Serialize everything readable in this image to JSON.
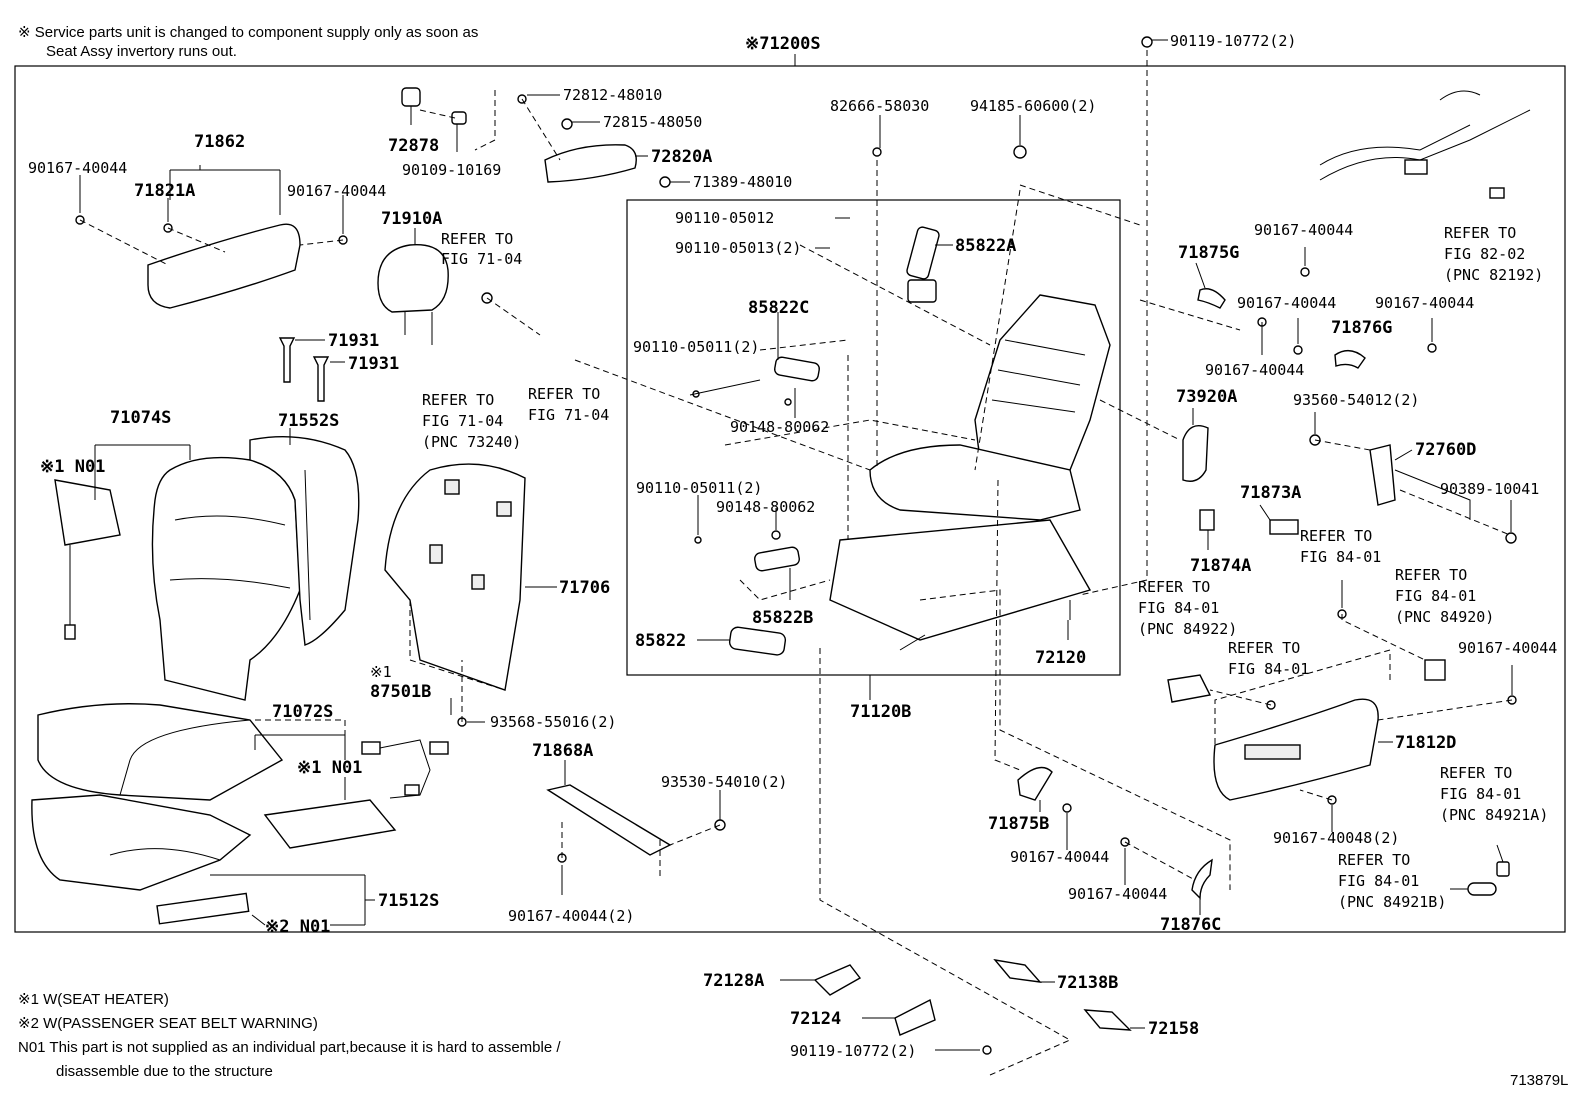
{
  "notes_top": {
    "line1": "※ Service parts unit is changed to component supply only as soon as",
    "line2": "Seat Assy invertory runs out."
  },
  "assembly_label": "※71200S",
  "inner_assembly_label": "71120B",
  "parts": {
    "p_90119_10772_top": "90119-10772(2)",
    "p_72812_48010": "72812-48010",
    "p_72815_48050": "72815-48050",
    "p_72878": "72878",
    "p_90109_10169": "90109-10169",
    "p_72820A": "72820A",
    "p_71389_48010": "71389-48010",
    "p_82666_58030": "82666-58030",
    "p_94185_60600": "94185-60600(2)",
    "p_71862": "71862",
    "p_90167_40044_a": "90167-40044",
    "p_71821A": "71821A",
    "p_90167_40044_b": "90167-40044",
    "p_71910A": "71910A",
    "p_refer_7104_a1": "REFER TO",
    "p_refer_7104_a2": "FIG 71-04",
    "p_71931_a": "71931",
    "p_71931_b": "71931",
    "p_refer_7104_b1": "REFER TO",
    "p_refer_7104_b2": "FIG 71-04",
    "p_refer_7104_b3": "(PNC 73240)",
    "p_refer_7104_c1": "REFER TO",
    "p_refer_7104_c2": "FIG 71-04",
    "p_90110_05012": "90110-05012",
    "p_90110_05013": "90110-05013(2)",
    "p_85822A": "85822A",
    "p_85822C": "85822C",
    "p_90110_05011_a": "90110-05011(2)",
    "p_90148_80062_a": "90148-80062",
    "p_90110_05011_b": "90110-05011(2)",
    "p_90148_80062_b": "90148-80062",
    "p_85822B": "85822B",
    "p_85822": "85822",
    "p_72120": "72120",
    "p_71074S": "71074S",
    "p_71552S": "71552S",
    "p_N01_a": "※1 N01",
    "p_71706": "71706",
    "p_71072S": "71072S",
    "p_87501B_note": "※1",
    "p_87501B": "87501B",
    "p_93568_55016": "93568-55016(2)",
    "p_N01_b": "※1 N01",
    "p_71868A": "71868A",
    "p_93530_54010": "93530-54010(2)",
    "p_90167_40044_c": "90167-40044(2)",
    "p_71512S": "71512S",
    "p_N01_c": "※2 N01",
    "p_refer_8202_1": "REFER TO",
    "p_refer_8202_2": "FIG 82-02",
    "p_refer_8202_3": "(PNC 82192)",
    "p_71875G": "71875G",
    "p_90167_40044_d": "90167-40044",
    "p_90167_40044_e": "90167-40044",
    "p_90167_40044_f": "90167-40044",
    "p_71876G": "71876G",
    "p_90167_40044_g": "90167-40044",
    "p_73920A": "73920A",
    "p_93560_54012": "93560-54012(2)",
    "p_72760D": "72760D",
    "p_71873A": "71873A",
    "p_90389_10041": "90389-10041",
    "p_71874A": "71874A",
    "p_refer_8401_a1": "REFER TO",
    "p_refer_8401_a2": "FIG 84-01",
    "p_refer_8401_b1": "REFER TO",
    "p_refer_8401_b2": "FIG 84-01",
    "p_refer_8401_b3": "(PNC 84922)",
    "p_refer_8401_c1": "REFER TO",
    "p_refer_8401_c2": "FIG 84-01",
    "p_refer_8401_c3": "(PNC 84920)",
    "p_refer_8401_d1": "REFER TO",
    "p_refer_8401_d2": "FIG 84-01",
    "p_90167_40044_h": "90167-40044",
    "p_71812D": "71812D",
    "p_90167_40048": "90167-40048(2)",
    "p_refer_8401_e1": "REFER TO",
    "p_refer_8401_e2": "FIG 84-01",
    "p_refer_8401_e3": "(PNC 84921A)",
    "p_refer_8401_f1": "REFER TO",
    "p_refer_8401_f2": "FIG 84-01",
    "p_refer_8401_f3": "(PNC 84921B)",
    "p_71875B": "71875B",
    "p_90167_40044_i": "90167-40044",
    "p_90167_40044_j": "90167-40044",
    "p_71876C": "71876C",
    "p_72128A": "72128A",
    "p_72138B": "72138B",
    "p_72124": "72124",
    "p_72158": "72158",
    "p_90119_10772_bottom": "90119-10772(2)"
  },
  "legend": {
    "l1": "※1 W(SEAT HEATER)",
    "l2": "※2 W(PASSENGER SEAT BELT WARNING)",
    "l3": "N01 This part is not supplied as an individual part,because it is hard to assemble /",
    "l4": "disassemble due to the structure"
  },
  "figure_id": "713879L"
}
